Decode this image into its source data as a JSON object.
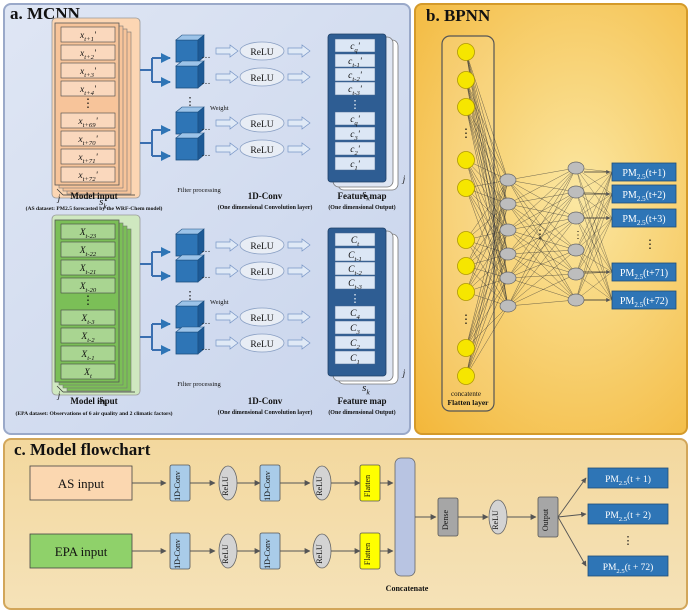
{
  "panel_a": {
    "title": "a. MCNN",
    "as_stack": [
      "x_{t+1}'",
      "x_{t+2}'",
      "x_{t+3}'",
      "x_{t+4}'",
      "x_{t+69}'",
      "x_{t+70}'",
      "x_{t+71}'",
      "x_{t+72}'"
    ],
    "epa_stack": [
      "X_{t-23}",
      "X_{t-22}",
      "X_{t-21}",
      "X_{t-20}",
      "X_{t-3}",
      "X_{t-2}",
      "X_{t-1}",
      "X_{t}"
    ],
    "as_feature": [
      "c_{q}'",
      "c_{t-1}'",
      "c_{t-2}'",
      "c_{t-3}'",
      "c_{q}'",
      "c_{3}'",
      "c_{2}'",
      "c_{1}'"
    ],
    "epa_feature": [
      "C_{t}",
      "C_{t-1}",
      "C_{t-2}",
      "C_{t-3}",
      "C_{4}",
      "C_{3}",
      "C_{2}",
      "C_{1}"
    ],
    "j_label": "j",
    "sk_label": "s_{k}",
    "weight_label": "Weight",
    "filter_label": "Filter processing",
    "relu_label": "ReLU",
    "ellipsis": "…",
    "conv_title": "1D-Conv",
    "conv_sub": "(One dimensional Convolution layer)",
    "feature_title": "Feature map",
    "feature_sub": "(One dimensional Output)",
    "as_input_title": "Model input",
    "as_input_sub": "(AS dataset: PM2.5 forecasted by the WRF-Chem model)",
    "epa_input_title": "Model input",
    "epa_input_sub": "(EPA dataset: Observations of 6 air quality and 2 climatic factors)"
  },
  "panel_b": {
    "title": "b. BPNN",
    "concat_label": "concatente",
    "flatten_label": "Flatten layer",
    "outputs": [
      "PM_{2.5}(t+1)",
      "PM_{2.5}(t+2)",
      "PM_{2.5}(t+3)",
      "PM_{2.5}(t+71)",
      "PM_{2.5}(t+72)"
    ]
  },
  "panel_c": {
    "title": "c. Model flowchart",
    "as_input": "AS input",
    "epa_input": "EPA input",
    "conv": "1D-Conv",
    "relu": "ReLU",
    "flatten": "Flatten",
    "concatenate": "Concatenate",
    "dense": "Dense",
    "output": "Output",
    "outputs": [
      "PM_{2.5}(t + 1)",
      "PM_{2.5}(t + 2)",
      "PM_{2.5}(t + 72)"
    ]
  },
  "colors": {
    "conv_fill": "#a9cce9",
    "relu_fill": "#d3d3d3",
    "flatten_fill": "#ffff00",
    "output_fill": "#2e75b6",
    "as_input_fill": "#fbd7b0",
    "epa_input_fill": "#8fd16a",
    "neuron_yellow": "#f6e600",
    "neuron_gray": "#bdbdbd"
  }
}
